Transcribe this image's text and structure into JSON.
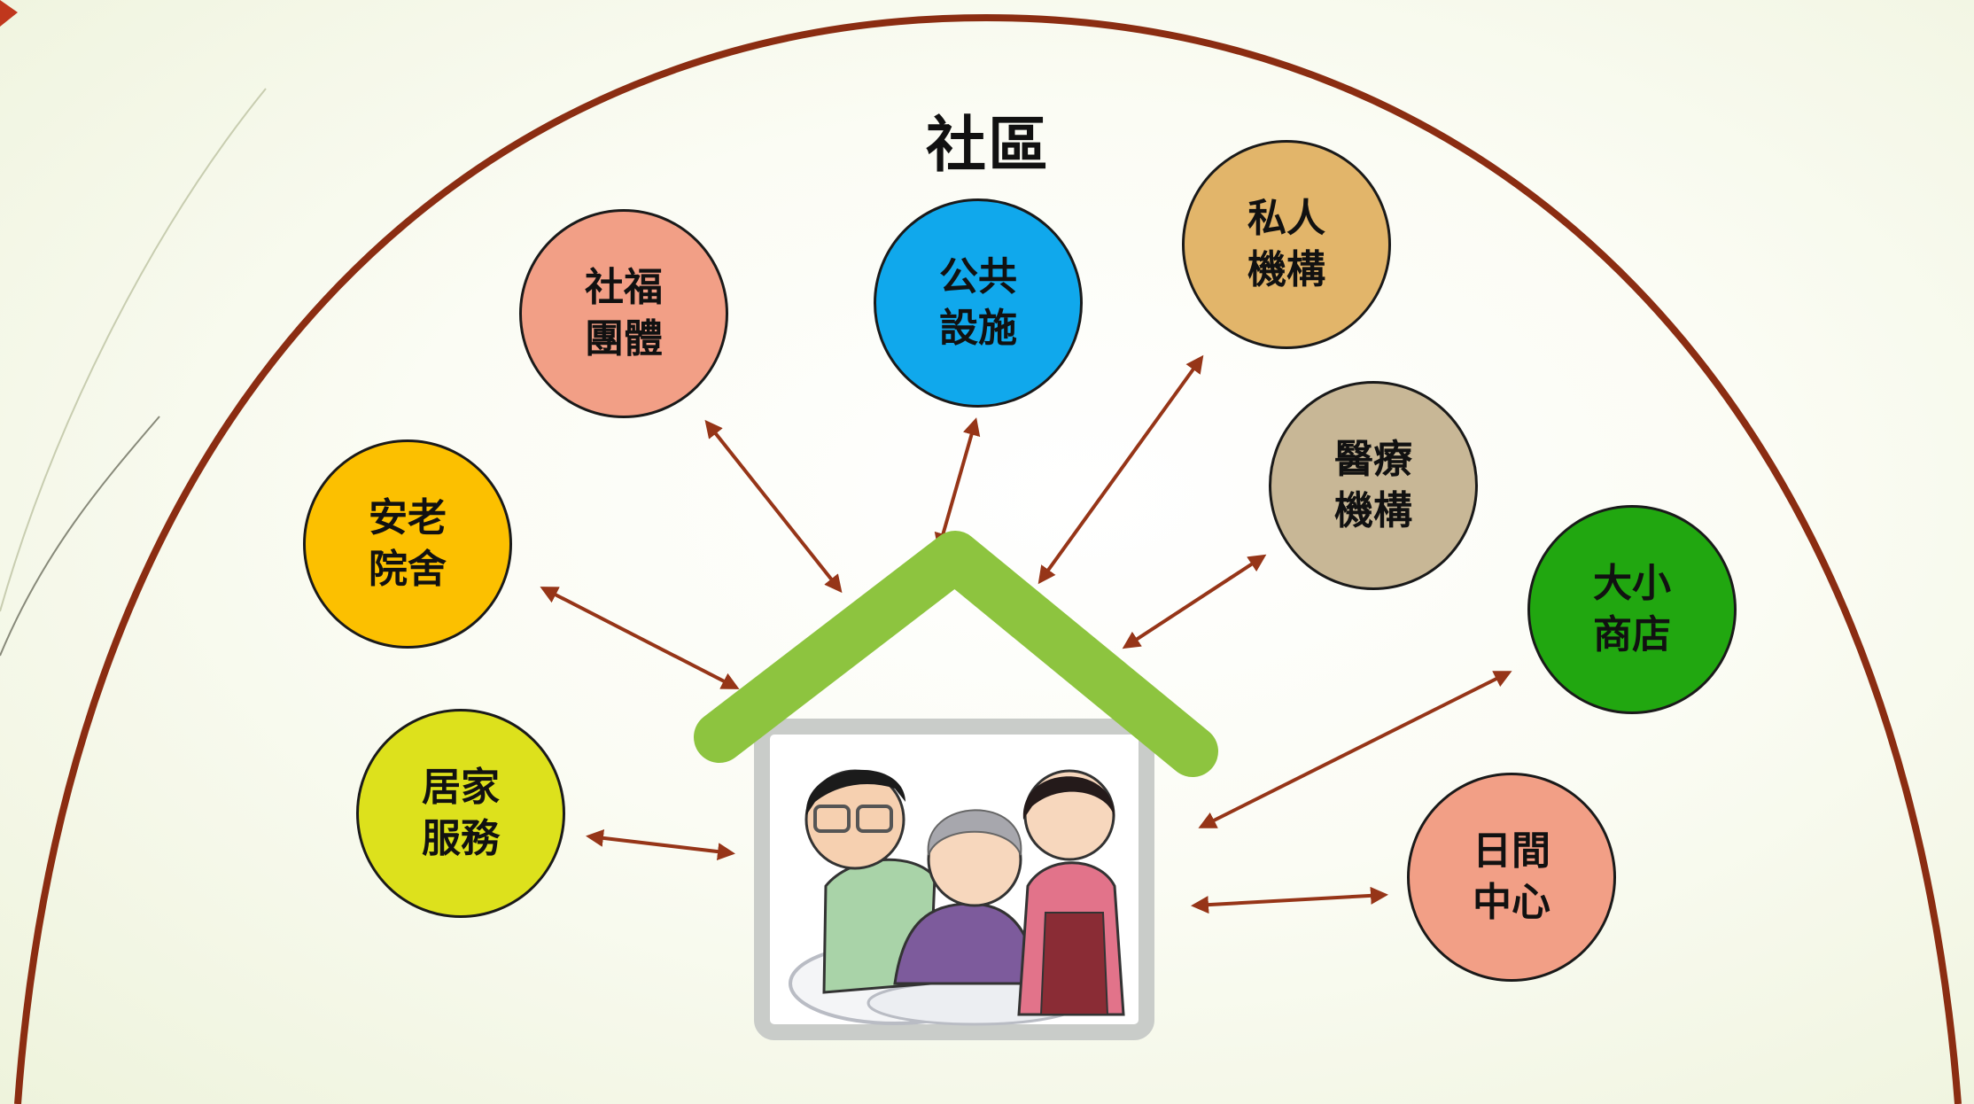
{
  "title": "社區",
  "colors": {
    "dome_stroke": "#8b2d12",
    "arrow": "#963518",
    "roof": "#8dc43f",
    "house_wall": "#c9ccc9"
  },
  "nodes": [
    {
      "id": "social-welfare",
      "line1": "社福",
      "line2": "團體",
      "color": "#f29f86"
    },
    {
      "id": "public-facilities",
      "line1": "公共",
      "line2": "設施",
      "color": "#10a8ec"
    },
    {
      "id": "private-institutions",
      "line1": "私人",
      "line2": "機構",
      "color": "#e2b56a"
    },
    {
      "id": "medical-institutions",
      "line1": "醫療",
      "line2": "機構",
      "color": "#c8b796"
    },
    {
      "id": "elderly-home",
      "line1": "安老",
      "line2": "院舍",
      "color": "#fcc000"
    },
    {
      "id": "shops",
      "line1": "大小",
      "line2": "商店",
      "color": "#21a710"
    },
    {
      "id": "home-services",
      "line1": "居家",
      "line2": "服務",
      "color": "#dde11c"
    },
    {
      "id": "day-centre",
      "line1": "日間",
      "line2": "中心",
      "color": "#f29f86"
    }
  ],
  "house": {
    "icon": "family-caregiving-illustration"
  }
}
